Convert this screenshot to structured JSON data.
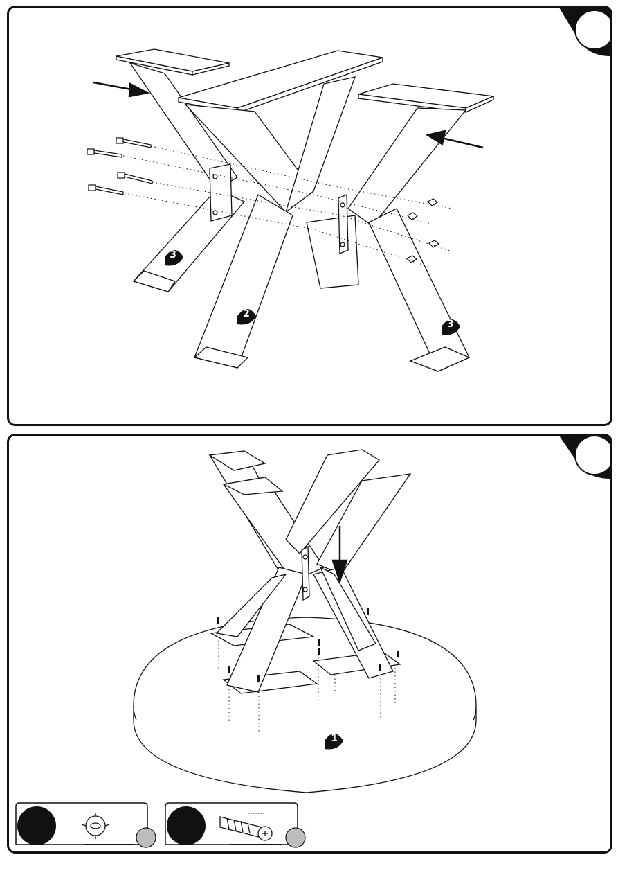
{
  "steps": [
    {
      "number": ""
    },
    {
      "number": ""
    }
  ],
  "callouts": {
    "left_leg": "3",
    "center_leg": "2",
    "right_leg": "3",
    "tabletop": "1"
  },
  "hardware": [
    {
      "icon": "lock-washer-icon",
      "count": "",
      "badge": ""
    },
    {
      "icon": "screw-icon",
      "count": "",
      "badge": ""
    }
  ],
  "colors": {
    "line": "#111111",
    "badge_gray": "#bdbdbd"
  }
}
